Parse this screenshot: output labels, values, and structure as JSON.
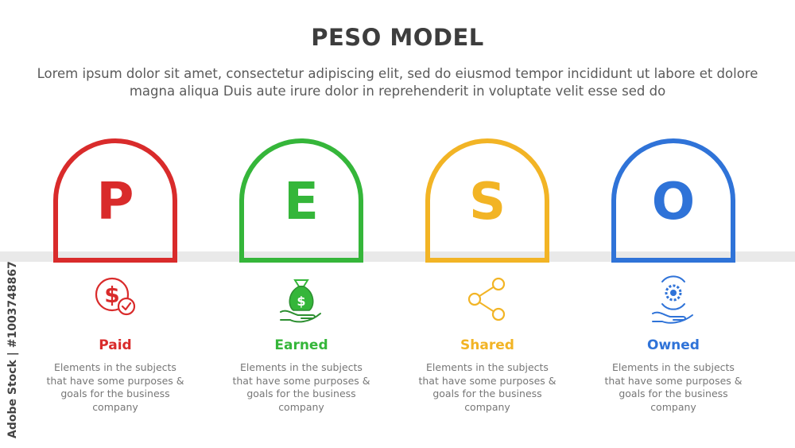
{
  "header": {
    "title": "PESO MODEL",
    "subtitle": "Lorem ipsum dolor sit amet, consectetur adipiscing elit, sed do eiusmod tempor incididunt ut labore et dolore magna aliqua Duis aute irure dolor in reprehenderit in voluptate velit esse sed do"
  },
  "items": [
    {
      "letter": "P",
      "label": "Paid",
      "color": "#d92b2b",
      "icon": "dollar-check-icon",
      "desc": "Elements in the subjects that have  some purposes & goals for the  business company"
    },
    {
      "letter": "E",
      "label": "Earned",
      "color": "#35b63a",
      "icon": "money-bag-hand-icon",
      "desc": "Elements in the subjects that have  some purposes & goals for the  business company"
    },
    {
      "letter": "S",
      "label": "Shared",
      "color": "#f2b425",
      "icon": "share-icon",
      "desc": "Elements in the subjects that have  some purposes & goals for the  business company"
    },
    {
      "letter": "O",
      "label": "Owned",
      "color": "#2f73d8",
      "icon": "gear-hand-icon",
      "desc": "Elements in the subjects that have  some purposes & goals for the  business company"
    }
  ],
  "watermark": {
    "text": "Adobe Stock | #1003748867"
  }
}
